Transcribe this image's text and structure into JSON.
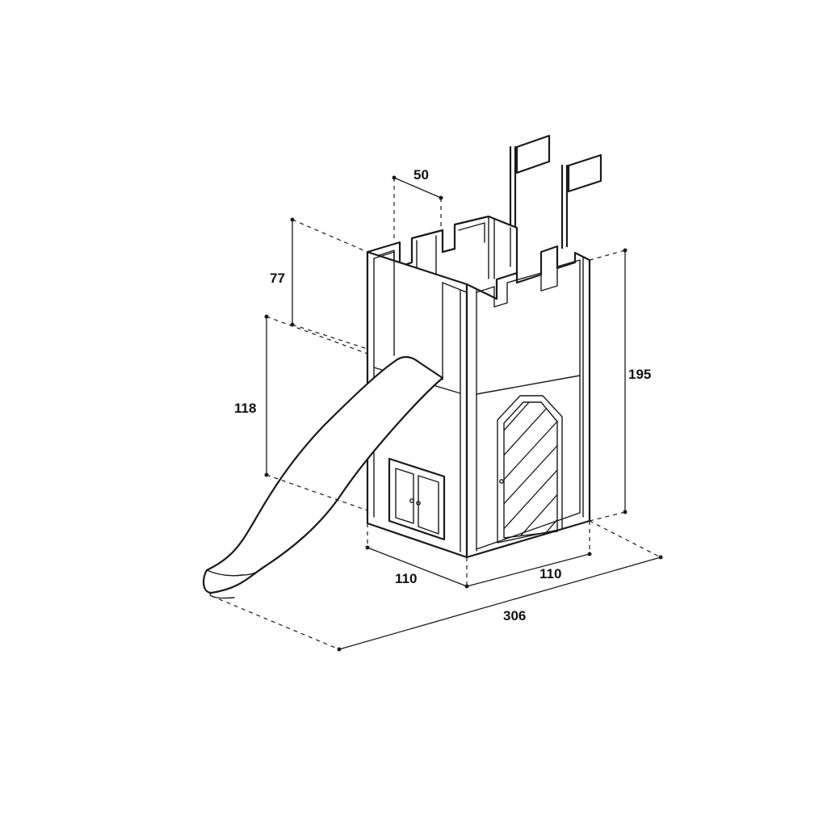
{
  "dimensions": {
    "battlement_gap": "50",
    "upper_height": "77",
    "lower_height": "118",
    "total_height": "195",
    "left_width": "110",
    "right_width": "110",
    "total_length": "306"
  },
  "colors": {
    "line": "#1a1a1a",
    "background": "#ffffff"
  }
}
